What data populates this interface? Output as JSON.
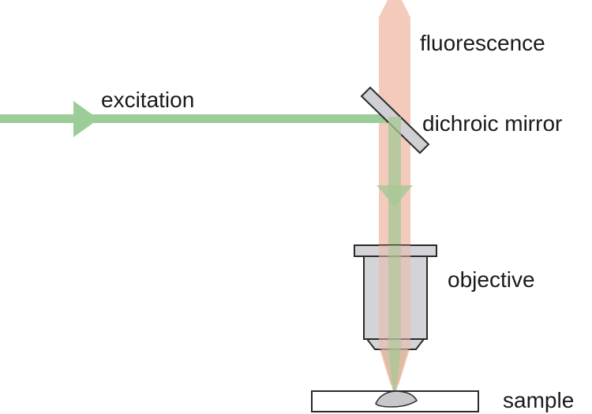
{
  "labels": {
    "fluorescence": "fluorescence",
    "excitation": "excitation",
    "dichroic_mirror": "dichroic mirror",
    "objective": "objective",
    "sample": "sample"
  },
  "colors": {
    "fluorescence_beam": "#f0b8a6",
    "excitation_beam": "#9ccc98",
    "combined_beam": "#c6b896",
    "objective_body": "#d4d4d8",
    "outline": "#2a2a2a",
    "mirror_fill": "#d0d0d4",
    "sample_drop": "#c8c8cc"
  }
}
